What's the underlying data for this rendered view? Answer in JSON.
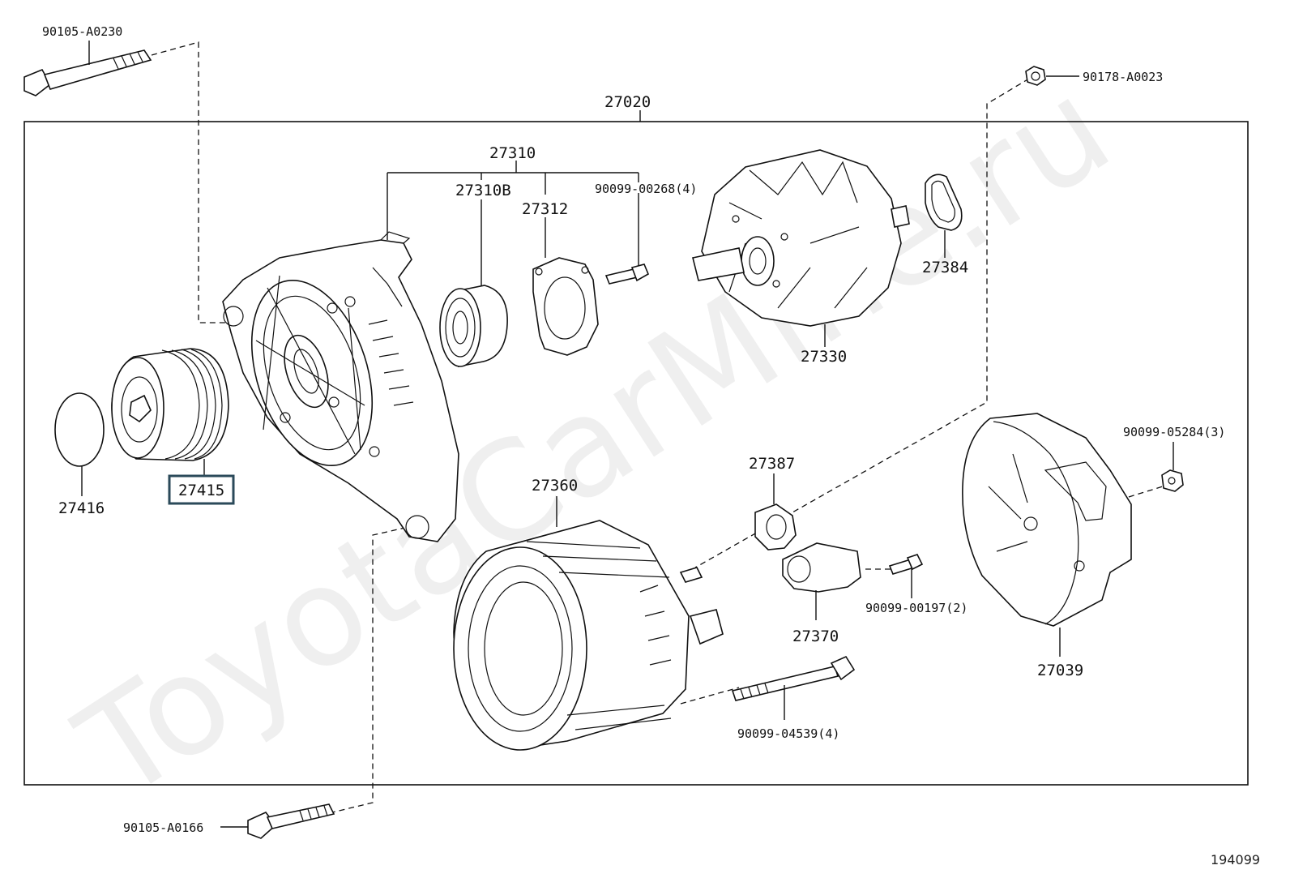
{
  "watermark": "ToyotaCarMine.ru",
  "diagram_code": "194099",
  "labels": {
    "assembly": "27020",
    "bolt_top": "90105-A0230",
    "nut_top": "90178-A0023",
    "frame_drive": "27310",
    "bearing": "27310B",
    "retainer": "27312",
    "screw_retainer": "90099-00268(4)",
    "rotor": "27330",
    "ring": "27384",
    "cap": "27416",
    "pulley": "27415",
    "stator": "27360",
    "insulator": "27387",
    "terminal": "27370",
    "screw_terminal": "90099-00197(2)",
    "bolt_through": "90099-04539(4)",
    "rear_cover": "27039",
    "nut_cover": "90099-05284(3)",
    "bolt_bottom": "90105-A0166"
  },
  "highlighted_part": "27415"
}
